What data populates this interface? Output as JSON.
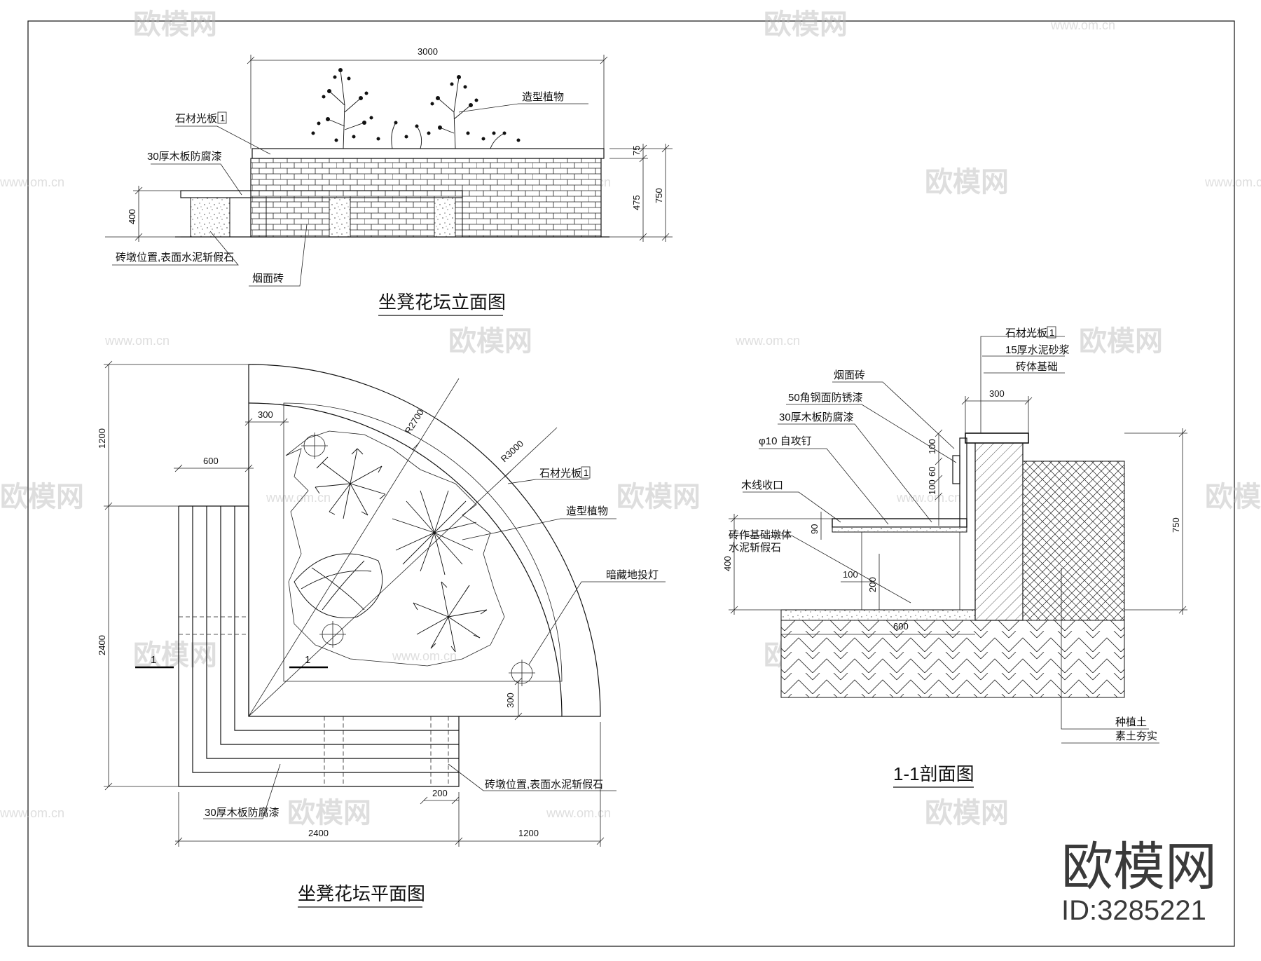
{
  "brand": {
    "name": "欧模网",
    "id": "ID:3285221"
  },
  "watermarks": {
    "logo": "欧模网",
    "url": "www.om.cn"
  },
  "elevation": {
    "title": "坐凳花坛立面图",
    "dims": {
      "width": "3000",
      "cap": "75",
      "total_h": "750",
      "wall_h": "475",
      "bench_h": "400"
    },
    "labels": {
      "stone_slab": "石材光板",
      "stone_slab_num": "1",
      "shaped_plants": "造型植物",
      "wood_board": "30厚木板防腐漆",
      "brick_pier": "砖墩位置,表面水泥斩假石",
      "face_brick": "烟面砖"
    }
  },
  "plan": {
    "title": "坐凳花坛平面图",
    "dims": {
      "r_inner": "R2700",
      "r_outer": "R3000",
      "w300": "300",
      "w600": "600",
      "h1200": "1200",
      "h2400": "2400",
      "b2400": "2400",
      "b1200": "1200",
      "b200": "200",
      "s300": "300"
    },
    "labels": {
      "stone_slab": "石材光板",
      "stone_slab_num": "1",
      "shaped_plants": "造型植物",
      "uplight": "暗藏地投灯",
      "brick_pier": "砖墩位置,表面水泥斩假石",
      "wood_board": "30厚木板防腐漆",
      "section_mark": "1"
    }
  },
  "section": {
    "title": "1-1剖面图",
    "dims": {
      "cap": "300",
      "d100a": "100",
      "d60": "60",
      "d100b": "100",
      "d90": "90",
      "d100c": "100",
      "d200": "200",
      "h400": "400",
      "w600": "600",
      "h750": "750"
    },
    "labels": {
      "stone_slab": "石材光板",
      "stone_slab_num": "1",
      "mortar": "15厚水泥砂浆",
      "brick_base": "砖体基础",
      "face_brick": "烟面砖",
      "angle_steel": "50角钢面防锈漆",
      "wood_board": "30厚木板防腐漆",
      "screw": "φ10 自攻钉",
      "wood_edge": "木线收口",
      "pier_line1": "砖作基础墩体",
      "pier_line2": "水泥斩假石",
      "soil": "种植土",
      "compacted": "素土夯实"
    }
  }
}
